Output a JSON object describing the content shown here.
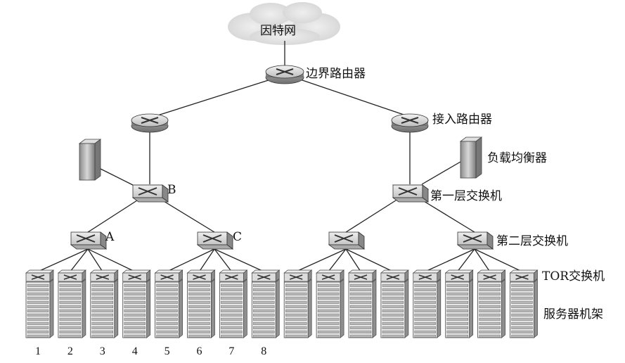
{
  "labels": {
    "internet": "因特网",
    "border_router": "边界路由器",
    "access_router": "接入路由器",
    "load_balancer": "负载均衡器",
    "tier1_switch": "第一层交换机",
    "tier2_switch": "第二层交换机",
    "tor_switch": "TOR交换机",
    "server_rack": "服务器机架"
  },
  "switch_letters": {
    "b": "B",
    "a": "A",
    "c": "C"
  },
  "rack_numbers": [
    "1",
    "2",
    "3",
    "4",
    "5",
    "6",
    "7",
    "8"
  ],
  "rack_count": 16,
  "colors": {
    "line": "#222222",
    "device_fill": "#d9d9d9",
    "device_dark": "#9a9a9a",
    "cloud": "#e3e3e3"
  },
  "icons": {
    "cloud": "cloud-icon",
    "router": "router-icon",
    "switch": "switch-icon",
    "server": "server-icon",
    "rack": "server-rack-icon"
  }
}
